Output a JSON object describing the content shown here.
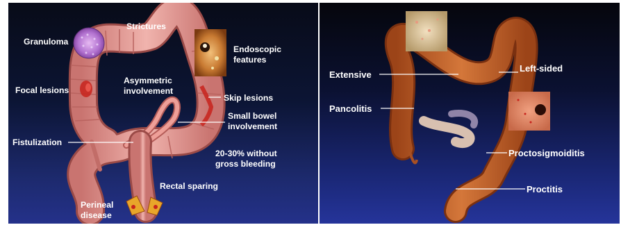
{
  "left_panel": {
    "labels": {
      "granuloma": "Granuloma",
      "strictures": "Strictures",
      "endoscopic_1": "Endoscopic",
      "endoscopic_2": "features",
      "asymmetric_1": "Asymmetric",
      "asymmetric_2": "involvement",
      "focal_lesions": "Focal lesions",
      "skip_lesions": "Skip lesions",
      "small_bowel_1": "Small bowel",
      "small_bowel_2": "involvement",
      "fistulization": "Fistulization",
      "bleeding_1": "20-30% without",
      "bleeding_2": "gross bleeding",
      "rectal_sparing": "Rectal sparing",
      "perineal_1": "Perineal",
      "perineal_2": "disease"
    }
  },
  "right_panel": {
    "labels": {
      "extensive": "Extensive",
      "pancolitis": "Pancolitis",
      "left_sided": "Left-sided",
      "proctosigmoiditis": "Proctosigmoiditis",
      "proctitis": "Proctitis"
    }
  },
  "colors": {
    "left_bowel": "#e49a96",
    "left_bowel_dark": "#a9514d",
    "right_bowel": "#c9652c",
    "right_bowel_dark": "#8a3c14",
    "lesion_red": "#c8231c"
  }
}
